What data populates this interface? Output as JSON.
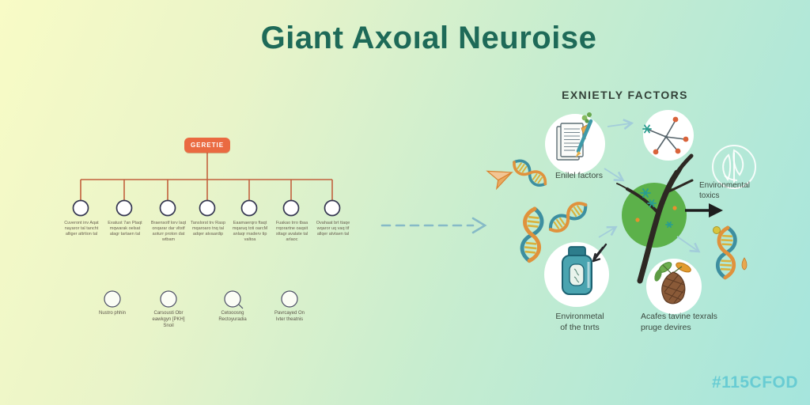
{
  "title": "Giant Axoıal Neuroise",
  "watermark": "#115CFOD",
  "left_chart": {
    "root": "GERETIE",
    "branches": [
      {
        "lines": [
          "Cuveront inv Aqat",
          "nayaror tal tancht",
          "alliger attrtion tal"
        ]
      },
      {
        "lines": [
          "Exatust 7an Ptaqt",
          "mqwarak oelsat",
          "alagr tartaen tal"
        ]
      },
      {
        "lines": [
          "Braensotf lorv laqt",
          "onqarar dar vltstf",
          "aoturr proton dat",
          "wtbam"
        ]
      },
      {
        "lines": [
          "Tanslorst trv Rasp",
          "mqaroaro tnq tal",
          "adqer atvaardip"
        ]
      },
      {
        "lines": [
          "Eaamaerqro ftaqt",
          "mqaruq toti oarcM",
          "anlaqr rnaderv tip",
          "valtoa"
        ]
      },
      {
        "lines": [
          "Fuakao trro tbaa",
          "rrqorartne oaqsit",
          "sttagr avalate tal",
          "arlaoc"
        ]
      },
      {
        "lines": [
          "Ovahaat brt ttaqe",
          "wqaror uq vaq tif",
          "allqer atvtaen tal"
        ]
      }
    ],
    "secondary": [
      {
        "lines": [
          "Nustro phhin"
        ]
      },
      {
        "lines": [
          "Carsousti Obr",
          "eawkgyn [PKH]",
          "Snoil"
        ]
      },
      {
        "lines": [
          "Cetooosng",
          "Rectoyuradia"
        ]
      },
      {
        "lines": [
          "Pavrcayed On",
          "Ivter theatnis"
        ]
      }
    ]
  },
  "right_panel": {
    "heading": "EXNIETLY FACTORS",
    "labels": {
      "document": "Enilel factors",
      "toxics_line1": "Environmental",
      "toxics_line2": "toxics",
      "bottle_line1": "Environmetal",
      "bottle_line2": "of the tnrts",
      "cone_line1": "Acafes tavine texrals",
      "cone_line2": "pruge devires"
    }
  },
  "colors": {
    "title": "#1E6A58",
    "root_box": "#EA6A41",
    "tree_lines": "#C2603D",
    "green_circle": "#5CB14A",
    "dashed_arrow": "#86BAC7",
    "watermark": "#68CCD3",
    "bg_start": "#F8FBC6",
    "bg_end": "#A5E5DD"
  }
}
